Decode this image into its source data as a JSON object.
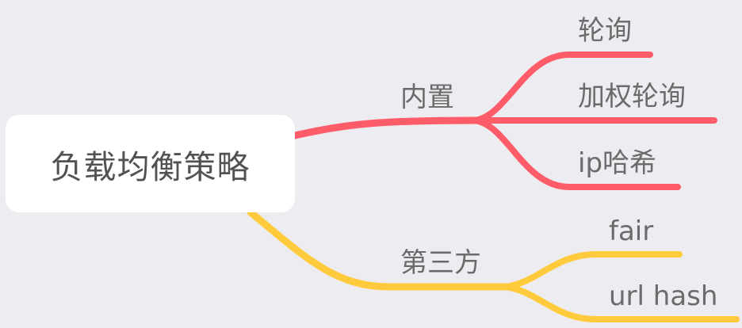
{
  "mindmap": {
    "root": {
      "label": "负载均衡策略"
    },
    "branches": [
      {
        "label": "内置",
        "color": "#ff5c6a",
        "children": [
          {
            "label": "轮询"
          },
          {
            "label": "加权轮询"
          },
          {
            "label": "ip哈希"
          }
        ]
      },
      {
        "label": "第三方",
        "color": "#ffcb3d",
        "children": [
          {
            "label": "fair"
          },
          {
            "label": "url hash"
          }
        ]
      }
    ]
  },
  "colors": {
    "background": "#edecf1",
    "root_fill": "#ffffff",
    "root_text": "#525252",
    "label_text": "#6b6b6b"
  }
}
